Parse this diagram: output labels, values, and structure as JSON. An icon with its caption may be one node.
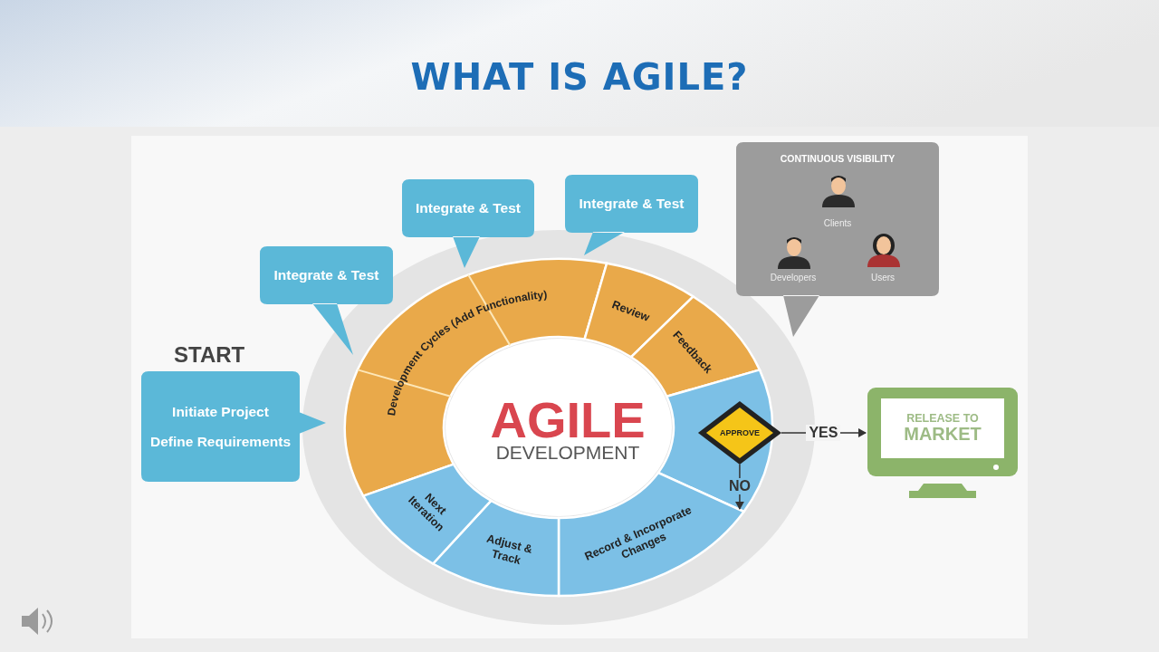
{
  "diagram": {
    "title": "WHAT IS AGILE?",
    "nodes": [
      {
        "text": [
          "Integrate & Test"
        ]
      },
      {
        "text": [
          "Integrate & Test"
        ]
      },
      {
        "text": [
          "Integrate & Test"
        ]
      },
      {
        "text": [
          "CONTINUOUS VISIBILITY",
          "Clients",
          "Developers",
          "Users"
        ]
      },
      {
        "text": [
          "Initiate Project",
          "Define Requirements"
        ],
        "beside": [
          "START"
        ]
      },
      {
        "text": [
          "AGILE",
          "DEVELOPMENT"
        ]
      },
      {
        "text": [
          "Development Cycles (Add Functionality)"
        ]
      },
      {
        "text": [
          "Review"
        ]
      },
      {
        "text": [
          "Feedback"
        ]
      },
      {
        "text": [],
        "shape": "segment"
      },
      {
        "text": [
          "APPROVE"
        ],
        "in": 9
      },
      {
        "text": [
          "Record & Incorporate Changes"
        ]
      },
      {
        "text": [
          "Adjust & Track"
        ]
      },
      {
        "text": [
          "Next Iteration"
        ]
      },
      {
        "text": [
          "RELEASE TO",
          "MARKET"
        ]
      }
    ],
    "edges": [
      {
        "from": 10,
        "to": 14,
        "arrow": "to",
        "label": "YES"
      },
      {
        "from": 10,
        "to": 11,
        "arrow": "to",
        "label": "NO"
      }
    ]
  }
}
